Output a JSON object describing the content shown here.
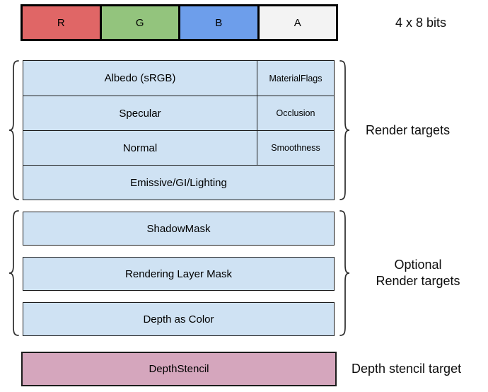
{
  "colors": {
    "red": "#e06666",
    "green": "#93c47d",
    "blue": "#6d9eeb",
    "alpha_gray": "#f3f3f3",
    "light_blue": "#cfe2f3",
    "pink": "#d5a6bd",
    "border": "#1c1c1c",
    "background": "#ffffff"
  },
  "channel_bar": {
    "cells": [
      {
        "label": "R",
        "color": "#e06666"
      },
      {
        "label": "G",
        "color": "#93c47d"
      },
      {
        "label": "B",
        "color": "#6d9eeb"
      },
      {
        "label": "A",
        "color": "#f3f3f3"
      }
    ],
    "caption": "4 x 8 bits"
  },
  "render_targets": {
    "caption": "Render targets",
    "rows": [
      {
        "main": "Albedo (sRGB)",
        "sub": "MaterialFlags"
      },
      {
        "main": "Specular",
        "sub": "Occlusion"
      },
      {
        "main": "Normal",
        "sub": "Smoothness"
      },
      {
        "main": "Emissive/GI/Lighting"
      }
    ]
  },
  "optional_render_targets": {
    "caption_line1": "Optional",
    "caption_line2": "Render targets",
    "items": [
      "ShadowMask",
      "Rendering Layer Mask",
      "Depth as Color"
    ]
  },
  "depth_stencil": {
    "label": "DepthStencil",
    "caption": "Depth stencil target"
  }
}
